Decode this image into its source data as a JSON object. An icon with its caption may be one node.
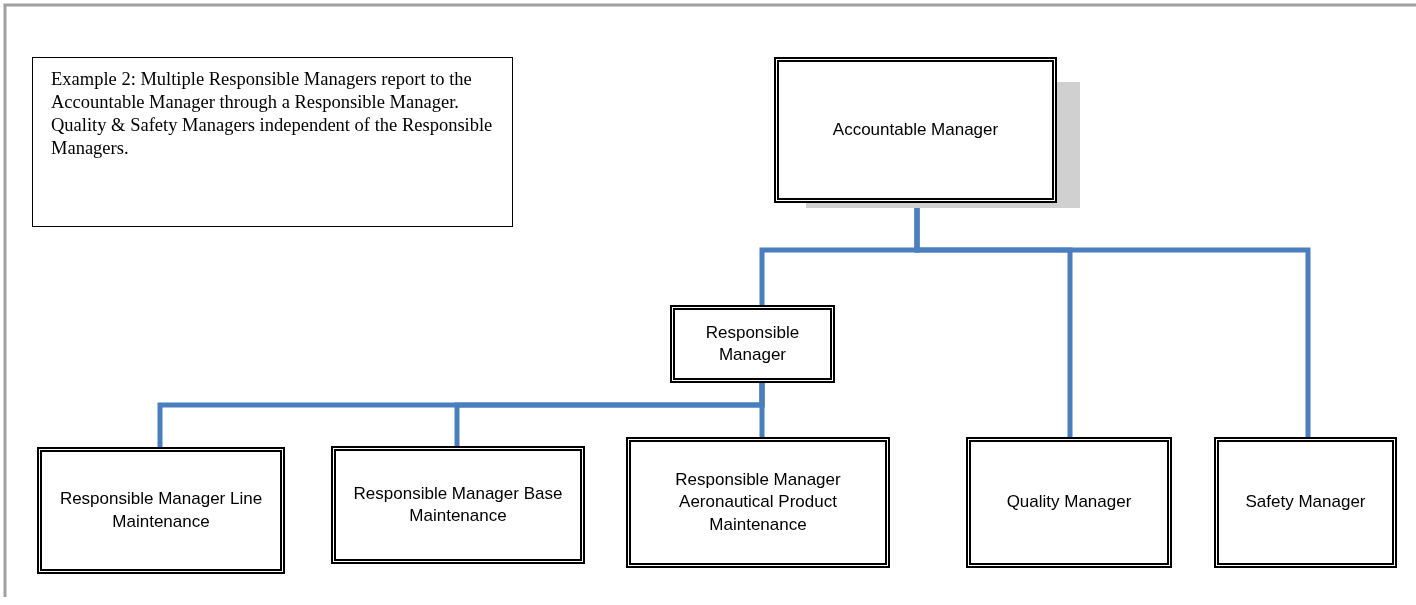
{
  "diagram": {
    "nodes": [
      {
        "text": [
          "Example 2:  Multiple Responsible Managers report to the Accountable Manager through a Responsible Manager. Quality & Safety Managers independent of the Responsible Managers."
        ]
      },
      {
        "text": [
          "Accountable Manager"
        ]
      },
      {
        "text": [
          "Responsible Manager"
        ]
      },
      {
        "text": [
          "Responsible Manager Line Maintenance"
        ]
      },
      {
        "text": [
          "Responsible Manager Base Maintenance"
        ]
      },
      {
        "text": [
          "Responsible Manager Aeronautical Product Maintenance"
        ]
      },
      {
        "text": [
          "Quality Manager"
        ]
      },
      {
        "text": [
          "Safety Manager"
        ]
      }
    ],
    "edges": [
      {
        "from": 1,
        "to": 2,
        "arrow": "none"
      },
      {
        "from": 1,
        "to": 6,
        "arrow": "none"
      },
      {
        "from": 1,
        "to": 7,
        "arrow": "none"
      },
      {
        "from": 2,
        "to": 3,
        "arrow": "none"
      },
      {
        "from": 2,
        "to": 4,
        "arrow": "none"
      },
      {
        "from": 2,
        "to": 5,
        "arrow": "none"
      }
    ]
  }
}
